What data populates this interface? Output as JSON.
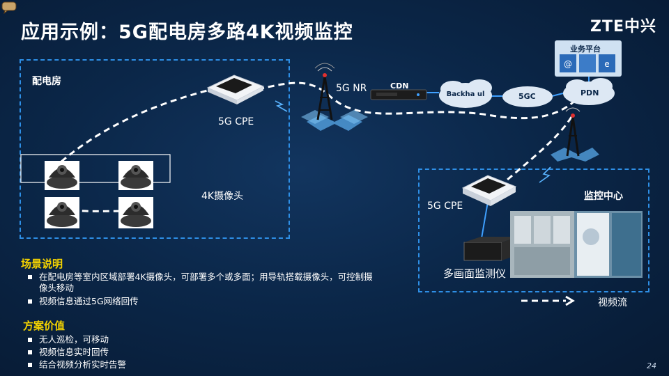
{
  "slide": {
    "title": "应用示例：5G配电房多路4K视频监控",
    "logo": "ZTE中兴",
    "page_number": "24"
  },
  "diagram": {
    "room_label": "配电房",
    "camera_label": "4K摄像头",
    "cpe_left_label": "5G CPE",
    "nr_label": "5G NR",
    "cdn_label": "CDN",
    "backhaul_label": "Backha ul",
    "fivegc_label": "5GC",
    "pdn_label": "PDN",
    "platform_label": "业务平台",
    "monitor_center_label": "监控中心",
    "cpe_right_label": "5G CPE",
    "monitor_device_label": "多画面监测仪",
    "legend_label": "视频流"
  },
  "scenario": {
    "heading": "场景说明",
    "items": [
      "在配电房等室内区域部署4K摄像头，可部署多个或多面；用导轨搭载摄像头，可控制摄像头移动",
      "视频信息通过5G网络回传"
    ]
  },
  "value": {
    "heading": "方案价值",
    "items": [
      "无人巡检，可移动",
      "视频信息实时回传",
      "结合视频分析实时告警"
    ]
  },
  "colors": {
    "background": "#0b2749",
    "dashed_border": "#2e8fe6",
    "heading_yellow": "#f5d400",
    "link_blue": "#2e8fe6"
  },
  "icons": [
    "speech-bubble-icon",
    "dome-camera-icon",
    "cpe-router-icon",
    "cell-tower-icon",
    "server-icon",
    "cloud-icon",
    "monitor-device-icon",
    "lightning-icon",
    "arrow-right-icon"
  ]
}
